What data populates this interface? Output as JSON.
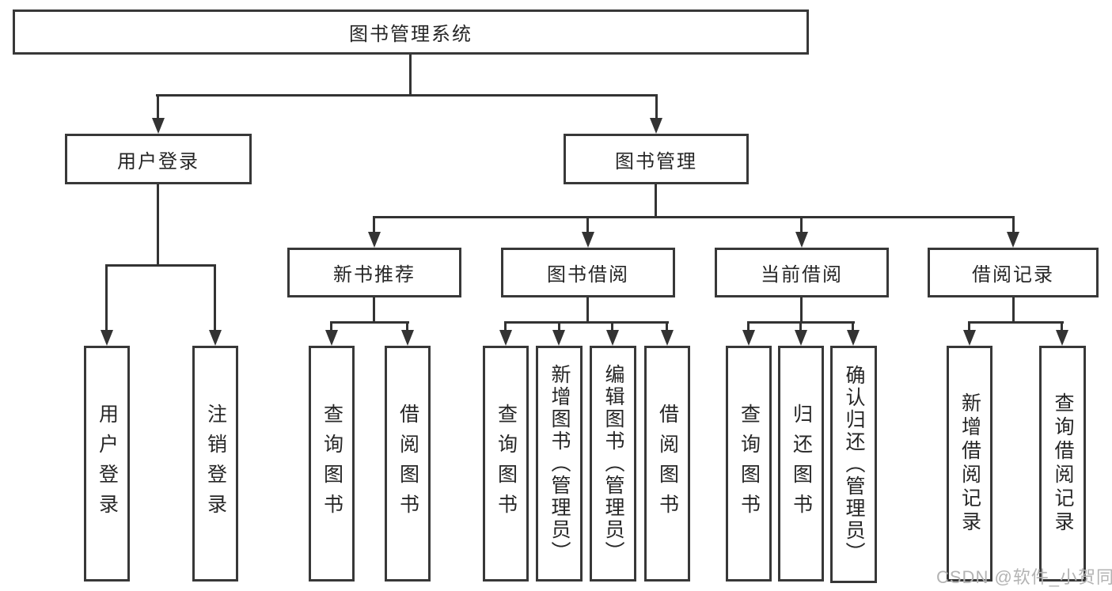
{
  "diagram": {
    "title": "图书管理系统",
    "root": "图书管理系统",
    "login_branch": {
      "label": "用户登录",
      "children": [
        "用户登录",
        "注销登录"
      ]
    },
    "mgmt_branch": {
      "label": "图书管理",
      "sections": [
        {
          "label": "新书推荐",
          "children": [
            "查询图书",
            "借阅图书"
          ]
        },
        {
          "label": "图书借阅",
          "children": [
            "查询图书",
            "新增图书（管理员）",
            "编辑图书（管理员）",
            "借阅图书"
          ]
        },
        {
          "label": "当前借阅",
          "children": [
            "查询图书",
            "归还图书",
            "确认归还（管理员）"
          ]
        },
        {
          "label": "借阅记录",
          "children": [
            "新增借阅记录",
            "查询借阅记录"
          ]
        }
      ]
    }
  },
  "watermark": "CSDN @软件_小贺同学",
  "colors": {
    "line": "#333333",
    "border": "#383838",
    "text": "#262626",
    "watermark": "#b3b3b3",
    "background": "#ffffff"
  }
}
